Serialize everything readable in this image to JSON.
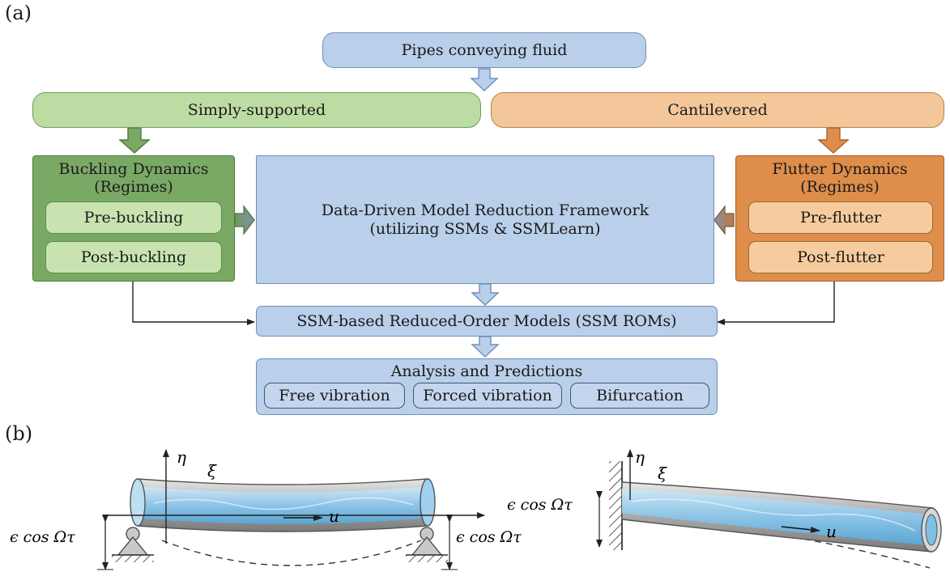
{
  "panel_a_label": "(a)",
  "panel_b_label": "(b)",
  "flow": {
    "top": "Pipes conveying fluid",
    "left_branch": "Simply-supported",
    "right_branch": "Cantilevered",
    "buckling_title_1": "Buckling Dynamics",
    "buckling_title_2": "(Regimes)",
    "pre_buckling": "Pre-buckling",
    "post_buckling": "Post-buckling",
    "flutter_title_1": "Flutter Dynamics",
    "flutter_title_2": "(Regimes)",
    "pre_flutter": "Pre-flutter",
    "post_flutter": "Post-flutter",
    "framework_1": "Data-Driven Model Reduction Framework",
    "framework_2": "(utilizing SSMs & SSMLearn)",
    "rom": "SSM-based Reduced-Order Models (SSM ROMs)",
    "analysis_title": "Analysis and Predictions",
    "free_vibration": "Free vibration",
    "forced_vibration": "Forced vibration",
    "bifurcation": "Bifurcation"
  },
  "schematic": {
    "eta": "η",
    "xi": "ξ",
    "u": "u",
    "excitation": "ϵ cos Ωτ"
  },
  "colors": {
    "blue": "#b9cfea",
    "green": "#bcdca4",
    "green_dark": "#7aa966",
    "orange": "#f3c79a",
    "orange_dark": "#de8d4b",
    "water": "#8cc4e6",
    "pipe_wall": "#9a9a9a"
  }
}
